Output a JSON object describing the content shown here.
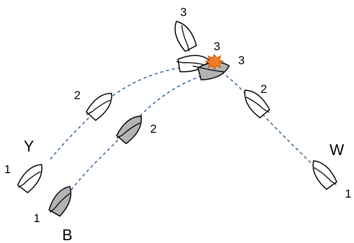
{
  "colors": {
    "track": "#3f6aa6",
    "hull_white": "#ffffff",
    "hull_grey": "#b3b3b3",
    "outline": "#000000",
    "collision_fill": "#f47a20",
    "collision_stroke": "#c85a10"
  },
  "boats": {
    "Y": {
      "name": "Y",
      "fill": "hull_white",
      "positions": [
        {
          "label": "1"
        },
        {
          "label": "2"
        },
        {
          "label": "3"
        }
      ]
    },
    "B": {
      "name": "B",
      "fill": "hull_grey",
      "positions": [
        {
          "label": "1"
        },
        {
          "label": "2"
        },
        {
          "label": "3"
        }
      ]
    },
    "W": {
      "name": "W",
      "fill": "hull_white",
      "positions": [
        {
          "label": "1"
        },
        {
          "label": "2"
        },
        {
          "label": "3"
        }
      ]
    }
  },
  "collision": {
    "icon": "collision-star-icon"
  }
}
